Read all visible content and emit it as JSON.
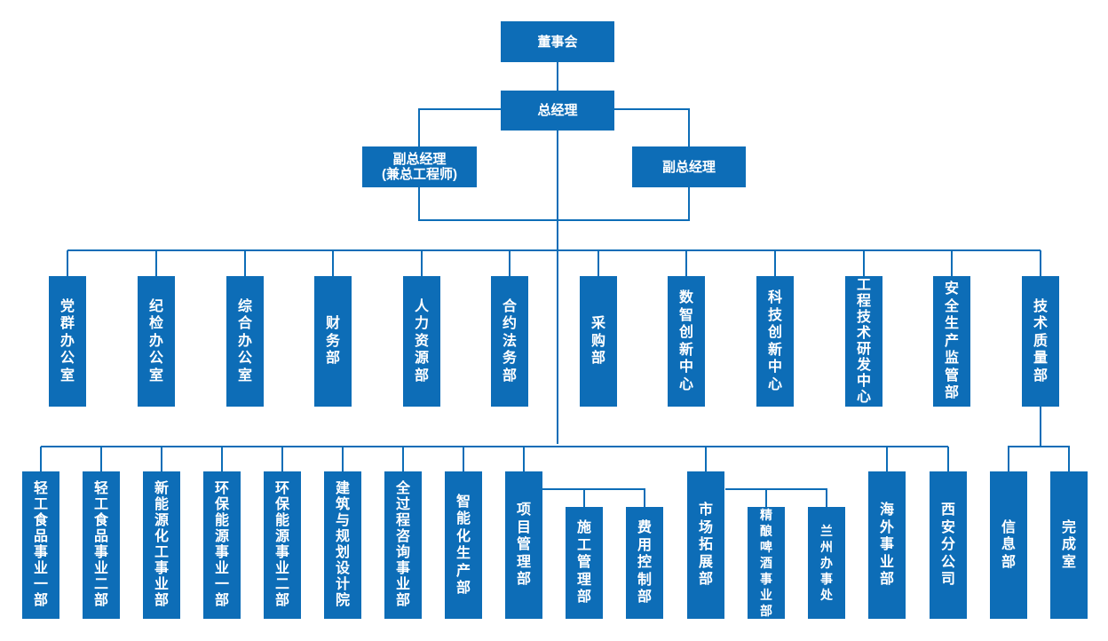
{
  "top": [
    {
      "id": "board",
      "label": "董事会"
    },
    {
      "id": "gm",
      "label": "总经理"
    },
    {
      "id": "dgm1",
      "label": "副总经理\n(兼总工程师)"
    },
    {
      "id": "dgm2",
      "label": "副总经理"
    }
  ],
  "departments": [
    "党群办公室",
    "纪检办公室",
    "综合办公室",
    "财务部",
    "人力资源部",
    "合约法务部",
    "采购部",
    "数智创新中心",
    "科技创新中心",
    "工程技术研发中心",
    "安全生产监管部",
    "技术质量部"
  ],
  "units": [
    "轻工食品事业一部",
    "轻工食品事业二部",
    "新能源化工事业部",
    "环保能源事业一部",
    "环保能源事业二部",
    "建筑与规划设计院",
    "全过程咨询事业部",
    "智能化生产部",
    "项目管理部",
    "施工管理部",
    "费用控制部",
    "市场拓展部",
    "精酿啤酒事业部",
    "兰州办事处",
    "海外事业部",
    "西安分公司",
    "信息部",
    "完成室"
  ],
  "colors": {
    "box": "#0d6db7",
    "line": "#0d6db7"
  }
}
